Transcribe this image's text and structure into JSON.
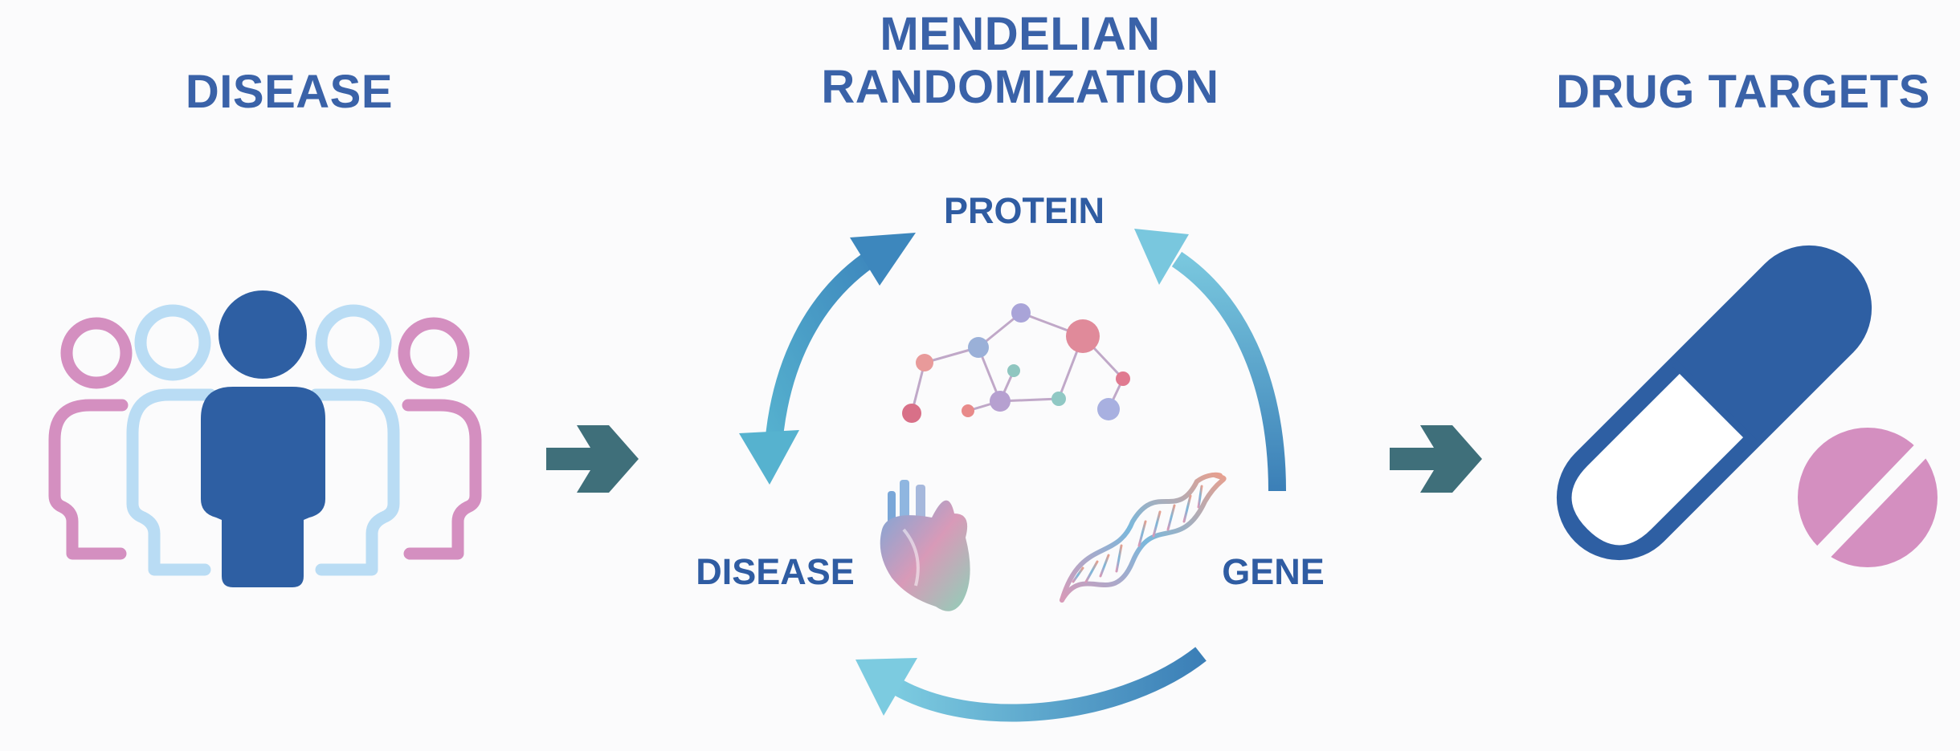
{
  "headings": {
    "disease": "DISEASE",
    "mr_line1": "MENDELIAN",
    "mr_line2": "RANDOMIZATION",
    "drug_targets": "DRUG TARGETS"
  },
  "cycle_nodes": {
    "protein": "PROTEIN",
    "disease": "DISEASE",
    "gene": "GENE"
  },
  "icons": {
    "population": "people-group-icon",
    "flow_arrow": "right-arrow-icon",
    "protein": "molecule-network-icon",
    "heart": "heart-icon",
    "dna": "dna-helix-icon",
    "capsule": "capsule-icon",
    "tablet": "tablet-pill-icon"
  },
  "colors": {
    "heading": "#3a62a8",
    "primary_blue": "#2e5fa3",
    "light_blue": "#b9dcf4",
    "pink": "#d48fc0",
    "arrow_dark": "#3f6f7a",
    "cycle_start": "#78c6dd",
    "cycle_end": "#3e86bb"
  }
}
